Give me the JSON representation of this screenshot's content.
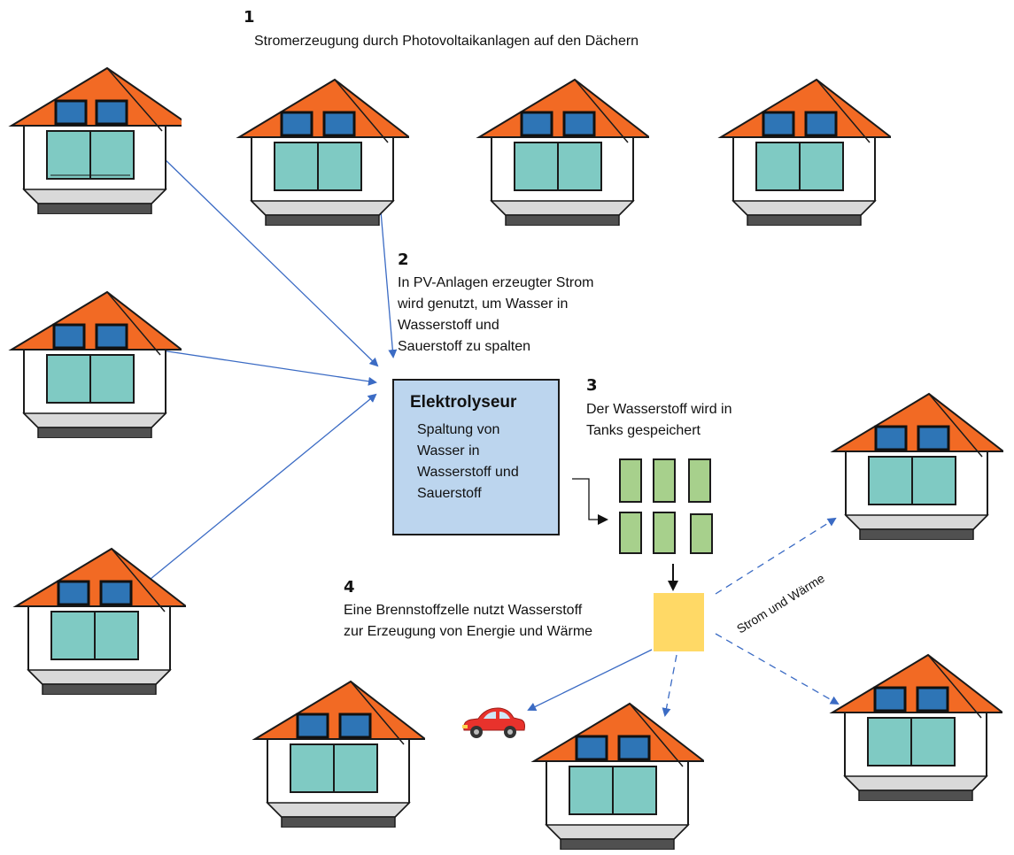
{
  "steps": [
    {
      "number": "1",
      "text": "Stromerzeugung durch Photovoltaikanlagen auf den Dächern"
    },
    {
      "number": "2",
      "lines": [
        "In PV-Anlagen erzeugter Strom",
        "wird genutzt, um Wasser in",
        "Wasserstoff und",
        "Sauerstoff zu spalten"
      ]
    },
    {
      "number": "3",
      "lines": [
        "Der Wasserstoff wird in",
        "Tanks gespeichert"
      ]
    },
    {
      "number": "4",
      "lines": [
        "Eine Brennstoffzelle nutzt Wasserstoff",
        "zur Erzeugung von Energie und Wärme"
      ]
    }
  ],
  "electrolyzer": {
    "title": "Elektrolyseur",
    "lines": [
      "Spaltung von",
      "Wasser in",
      "Wasserstoff und",
      "Sauerstoff"
    ]
  },
  "output_label": "Strom und Wärme",
  "colors": {
    "roof": "#f26a24",
    "panel": "#2e75b6",
    "window": "#7fcac3",
    "electrolyzer_fill": "#bcd5ee",
    "tank_fill": "#a7d08c",
    "fuel_cell_fill": "#ffd966",
    "arrow": "#3b6bc4",
    "car": "#e8322c"
  },
  "icons": {
    "house": "house-icon",
    "car": "car-icon",
    "tank": "hydrogen-tank-icon",
    "fuel_cell": "fuel-cell-icon"
  }
}
